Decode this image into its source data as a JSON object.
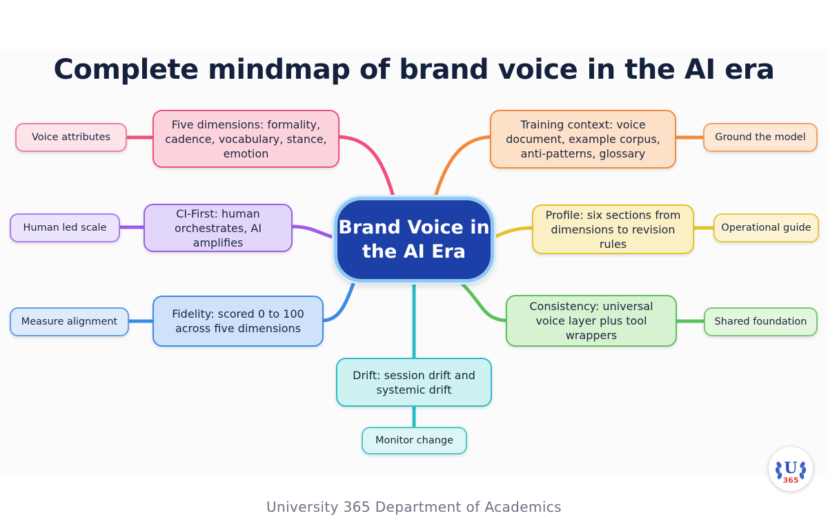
{
  "title": "Complete mindmap of brand voice in the AI era",
  "center": "Brand Voice in the AI Era",
  "branches": {
    "five_dimensions": {
      "label": "Five dimensions: formality, cadence, vocabulary, stance, emotion",
      "leaf": "Voice attributes"
    },
    "ci_first": {
      "label": "CI-First: human orchestrates, AI amplifies",
      "leaf": "Human led scale"
    },
    "fidelity": {
      "label": "Fidelity: scored 0 to 100 across five dimensions",
      "leaf": "Measure alignment"
    },
    "training_context": {
      "label": "Training context: voice document, example corpus, anti-patterns, glossary",
      "leaf": "Ground the model"
    },
    "profile": {
      "label": "Profile: six sections from dimensions to revision rules",
      "leaf": "Operational guide"
    },
    "consistency": {
      "label": "Consistency: universal voice layer plus tool wrappers",
      "leaf": "Shared foundation"
    },
    "drift": {
      "label": "Drift: session drift and systemic drift",
      "leaf": "Monitor change"
    }
  },
  "footer": "University 365 Department of Academics",
  "logo": {
    "letter": "U",
    "number": "365"
  },
  "colors": {
    "center": "#1c3fa8",
    "pink": "#f0517a",
    "purple": "#9b5de5",
    "blue": "#3b8be8",
    "orange": "#f4893a",
    "yellow": "#e6c22a",
    "green": "#5bc15a",
    "teal": "#2bbcc6"
  }
}
